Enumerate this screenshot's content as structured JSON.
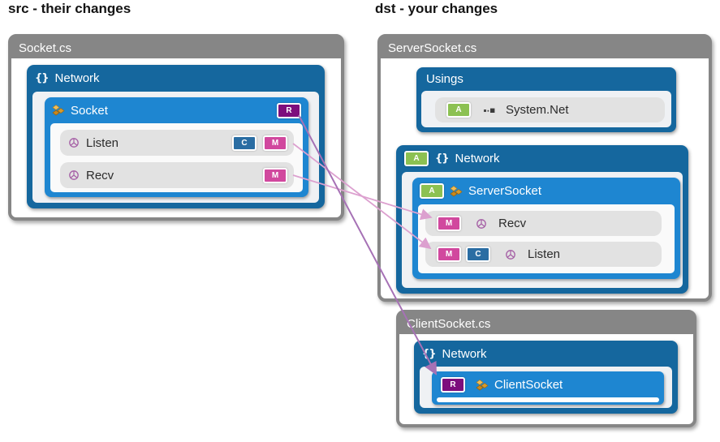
{
  "src": {
    "title": "src - their changes",
    "file": "Socket.cs",
    "namespace": {
      "label": "Network"
    },
    "class": {
      "label": "Socket",
      "badge": "R"
    },
    "methods": [
      {
        "label": "Listen",
        "badges": [
          "C",
          "M"
        ]
      },
      {
        "label": "Recv",
        "badges": [
          "M"
        ]
      }
    ]
  },
  "dst": {
    "title": "dst - your changes",
    "file1": "ServerSocket.cs",
    "usings": {
      "label": "Usings",
      "item": {
        "label": "System.Net",
        "badge": "A"
      }
    },
    "namespace1": {
      "label": "Network",
      "badge": "A"
    },
    "class1": {
      "label": "ServerSocket",
      "badge": "A"
    },
    "methods1": [
      {
        "label": "Recv",
        "badges": [
          "M"
        ]
      },
      {
        "label": "Listen",
        "badges": [
          "M",
          "C"
        ]
      }
    ],
    "file2": "ClientSocket.cs",
    "namespace2": {
      "label": "Network"
    },
    "class2": {
      "label": "ClientSocket",
      "badge": "R"
    }
  },
  "icons": {
    "namespace_glyph": "{}"
  },
  "colors": {
    "container_gray": "#868686",
    "namespace_blue": "#15679E",
    "class_blue": "#1E86D1",
    "row_gray": "#E2E2E2",
    "badge_added_green": "#8CC152",
    "badge_moved_pink": "#D1489E",
    "badge_changed_blue": "#2A6DA3",
    "badge_renamed_purple": "#7D0E7D",
    "link_moved_pink": "#DCA0CF",
    "link_renamed_purple": "#A671B5"
  }
}
